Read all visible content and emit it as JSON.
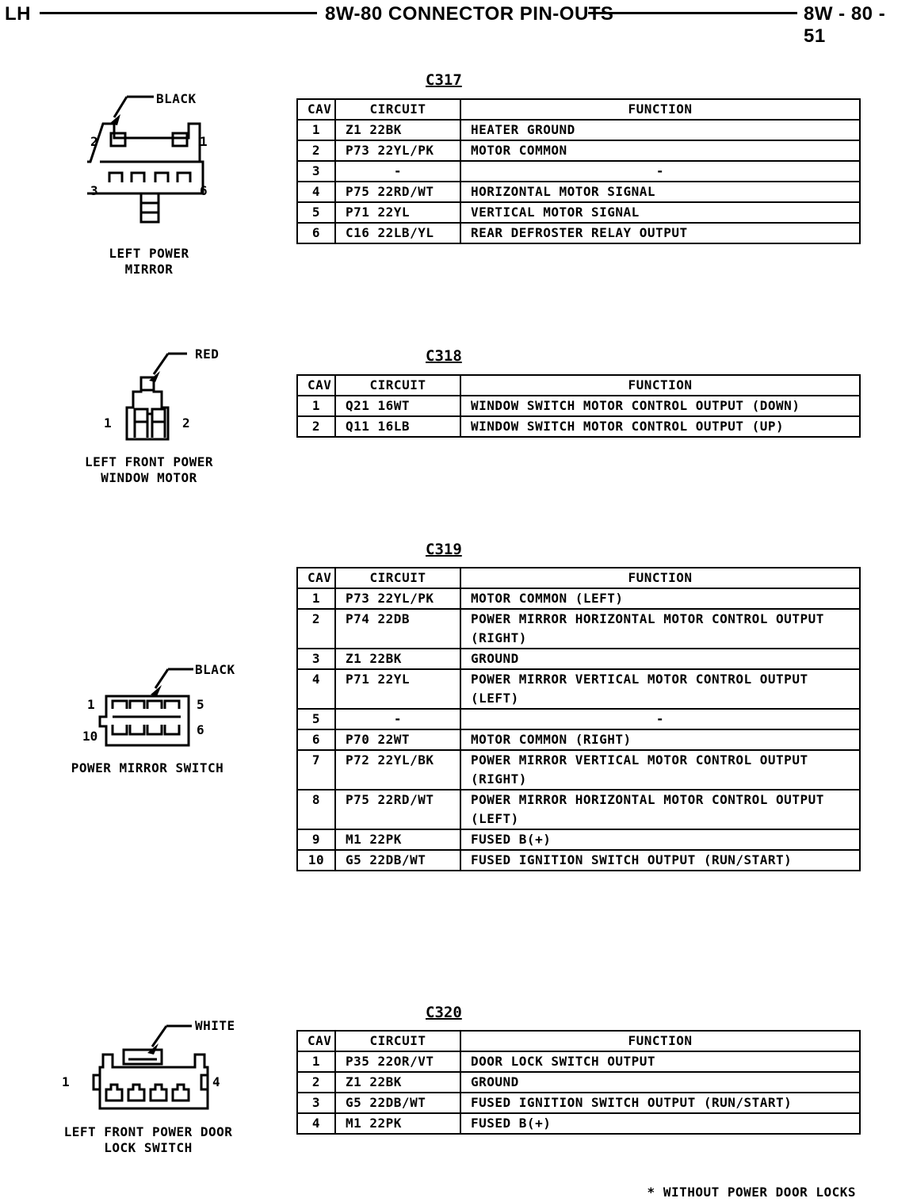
{
  "header": {
    "left": "LH",
    "center": "8W-80 CONNECTOR PIN-OUTS",
    "right": "8W - 80 - 51"
  },
  "connectors": [
    {
      "id": "C317",
      "wire_color": "BLACK",
      "label_lines": [
        "LEFT POWER",
        "MIRROR"
      ],
      "pin_labels": [
        "2",
        "1",
        "3",
        "6"
      ],
      "columns": [
        "CAV",
        "CIRCUIT",
        "FUNCTION"
      ],
      "rows": [
        {
          "cav": "1",
          "circuit": "Z1 22BK",
          "function": "HEATER GROUND"
        },
        {
          "cav": "2",
          "circuit": "P73 22YL/PK",
          "function": "MOTOR COMMON"
        },
        {
          "cav": "3",
          "circuit": "-",
          "function": "-"
        },
        {
          "cav": "4",
          "circuit": "P75 22RD/WT",
          "function": "HORIZONTAL MOTOR SIGNAL"
        },
        {
          "cav": "5",
          "circuit": "P71 22YL",
          "function": "VERTICAL MOTOR SIGNAL"
        },
        {
          "cav": "6",
          "circuit": "C16 22LB/YL",
          "function": "REAR DEFROSTER RELAY OUTPUT"
        }
      ]
    },
    {
      "id": "C318",
      "wire_color": "RED",
      "label_lines": [
        "LEFT FRONT POWER",
        "WINDOW MOTOR"
      ],
      "pin_labels": [
        "1",
        "2"
      ],
      "columns": [
        "CAV",
        "CIRCUIT",
        "FUNCTION"
      ],
      "rows": [
        {
          "cav": "1",
          "circuit": "Q21 16WT",
          "function": "WINDOW SWITCH MOTOR CONTROL OUTPUT (DOWN)"
        },
        {
          "cav": "2",
          "circuit": "Q11 16LB",
          "function": "WINDOW SWITCH MOTOR CONTROL OUTPUT (UP)"
        }
      ]
    },
    {
      "id": "C319",
      "wire_color": "BLACK",
      "label_lines": [
        "POWER MIRROR SWITCH"
      ],
      "pin_labels": [
        "1",
        "5",
        "10",
        "6"
      ],
      "columns": [
        "CAV",
        "CIRCUIT",
        "FUNCTION"
      ],
      "rows": [
        {
          "cav": "1",
          "circuit": "P73 22YL/PK",
          "function": "MOTOR COMMON (LEFT)"
        },
        {
          "cav": "2",
          "circuit": "P74 22DB",
          "function": "POWER MIRROR HORIZONTAL MOTOR CONTROL OUTPUT (RIGHT)"
        },
        {
          "cav": "3",
          "circuit": "Z1 22BK",
          "function": "GROUND"
        },
        {
          "cav": "4",
          "circuit": "P71 22YL",
          "function": "POWER MIRROR VERTICAL MOTOR CONTROL OUTPUT (LEFT)"
        },
        {
          "cav": "5",
          "circuit": "-",
          "function": "-"
        },
        {
          "cav": "6",
          "circuit": "P70 22WT",
          "function": "MOTOR COMMON (RIGHT)"
        },
        {
          "cav": "7",
          "circuit": "P72 22YL/BK",
          "function": "POWER MIRROR VERTICAL MOTOR CONTROL OUTPUT (RIGHT)"
        },
        {
          "cav": "8",
          "circuit": "P75 22RD/WT",
          "function": "POWER MIRROR HORIZONTAL MOTOR CONTROL OUTPUT (LEFT)"
        },
        {
          "cav": "9",
          "circuit": "M1 22PK",
          "function": "FUSED B(+)"
        },
        {
          "cav": "10",
          "circuit": "G5 22DB/WT",
          "function": "FUSED IGNITION SWITCH OUTPUT (RUN/START)"
        }
      ]
    },
    {
      "id": "C320",
      "wire_color": "WHITE",
      "label_lines": [
        "LEFT FRONT POWER DOOR",
        "LOCK SWITCH"
      ],
      "pin_labels": [
        "1",
        "4"
      ],
      "columns": [
        "CAV",
        "CIRCUIT",
        "FUNCTION"
      ],
      "rows": [
        {
          "cav": "1",
          "circuit": "P35 22OR/VT",
          "function": "DOOR LOCK SWITCH OUTPUT"
        },
        {
          "cav": "2",
          "circuit": "Z1 22BK",
          "function": "GROUND"
        },
        {
          "cav": "3",
          "circuit": "G5 22DB/WT",
          "function": "FUSED IGNITION SWITCH OUTPUT (RUN/START)"
        },
        {
          "cav": "4",
          "circuit": "M1 22PK",
          "function": "FUSED B(+)"
        }
      ]
    }
  ],
  "footnote": "* WITHOUT POWER DOOR LOCKS"
}
